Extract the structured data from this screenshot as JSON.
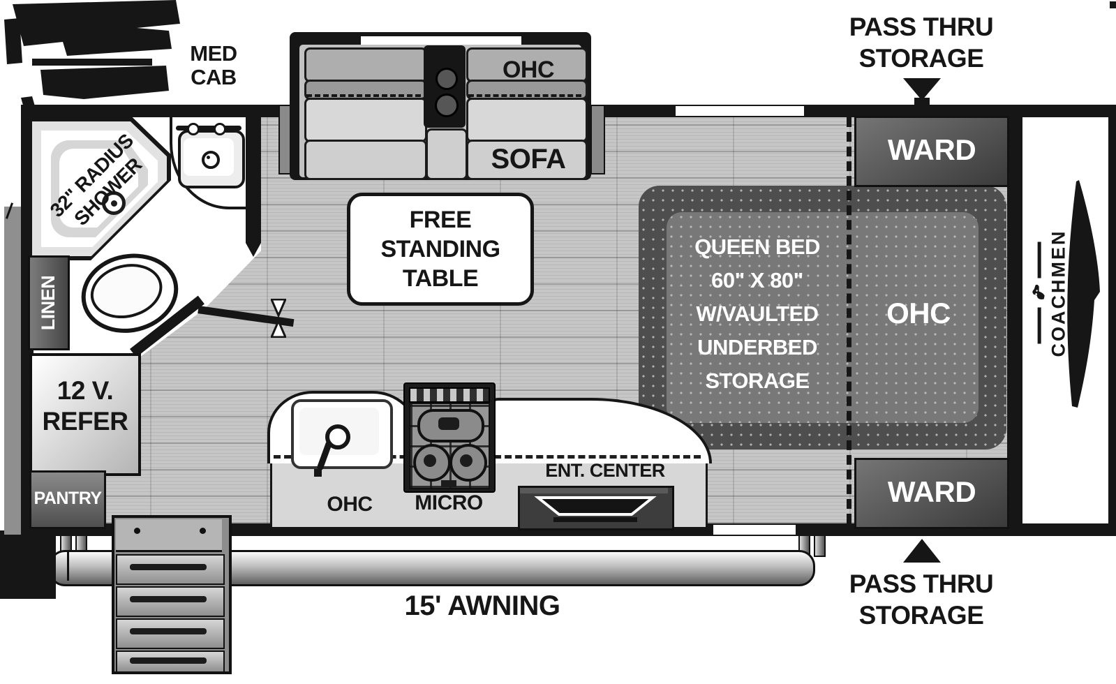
{
  "plan": {
    "brand": "COACHMEN",
    "sofa_slide": {
      "ohc": "OHC",
      "sofa": "SOFA"
    },
    "pass_thru_top": {
      "line1": "PASS THRU",
      "line2": "STORAGE"
    },
    "pass_thru_bottom": {
      "line1": "PASS THRU",
      "line2": "STORAGE"
    },
    "med_cab": {
      "line1": "MED",
      "line2": "CAB"
    },
    "bathroom": {
      "shower_line1": "32\" RADIUS",
      "shower_line2": "SHOWER",
      "linen": "LINEN"
    },
    "table": {
      "line1": "FREE",
      "line2": "STANDING",
      "line3": "TABLE"
    },
    "bed": {
      "line1": "QUEEN BED",
      "line2": "60\" X 80\"",
      "line3": "W/VAULTED",
      "line4": "UNDERBED",
      "line5": "STORAGE",
      "ohc": "OHC"
    },
    "ward_top": "WARD",
    "ward_bottom": "WARD",
    "kitchen": {
      "ohc": "OHC",
      "micro": "MICRO",
      "ent_center": "ENT. CENTER"
    },
    "refrigerator": {
      "line1": "12 V.",
      "line2": "REFER"
    },
    "pantry": "PANTRY",
    "awning": "15' AWNING"
  },
  "colors": {
    "wall": "#161616",
    "wood_floor": "#c6c6c6",
    "bath_floor": "#ffffff",
    "bed_outer": "#4e4e4e",
    "bed_inner": "#787878",
    "cabinet_gradient_dark": "#3a3a3a",
    "cabinet_gradient_light": "#757575",
    "label_white": "#ffffff",
    "label_black": "#161616"
  }
}
